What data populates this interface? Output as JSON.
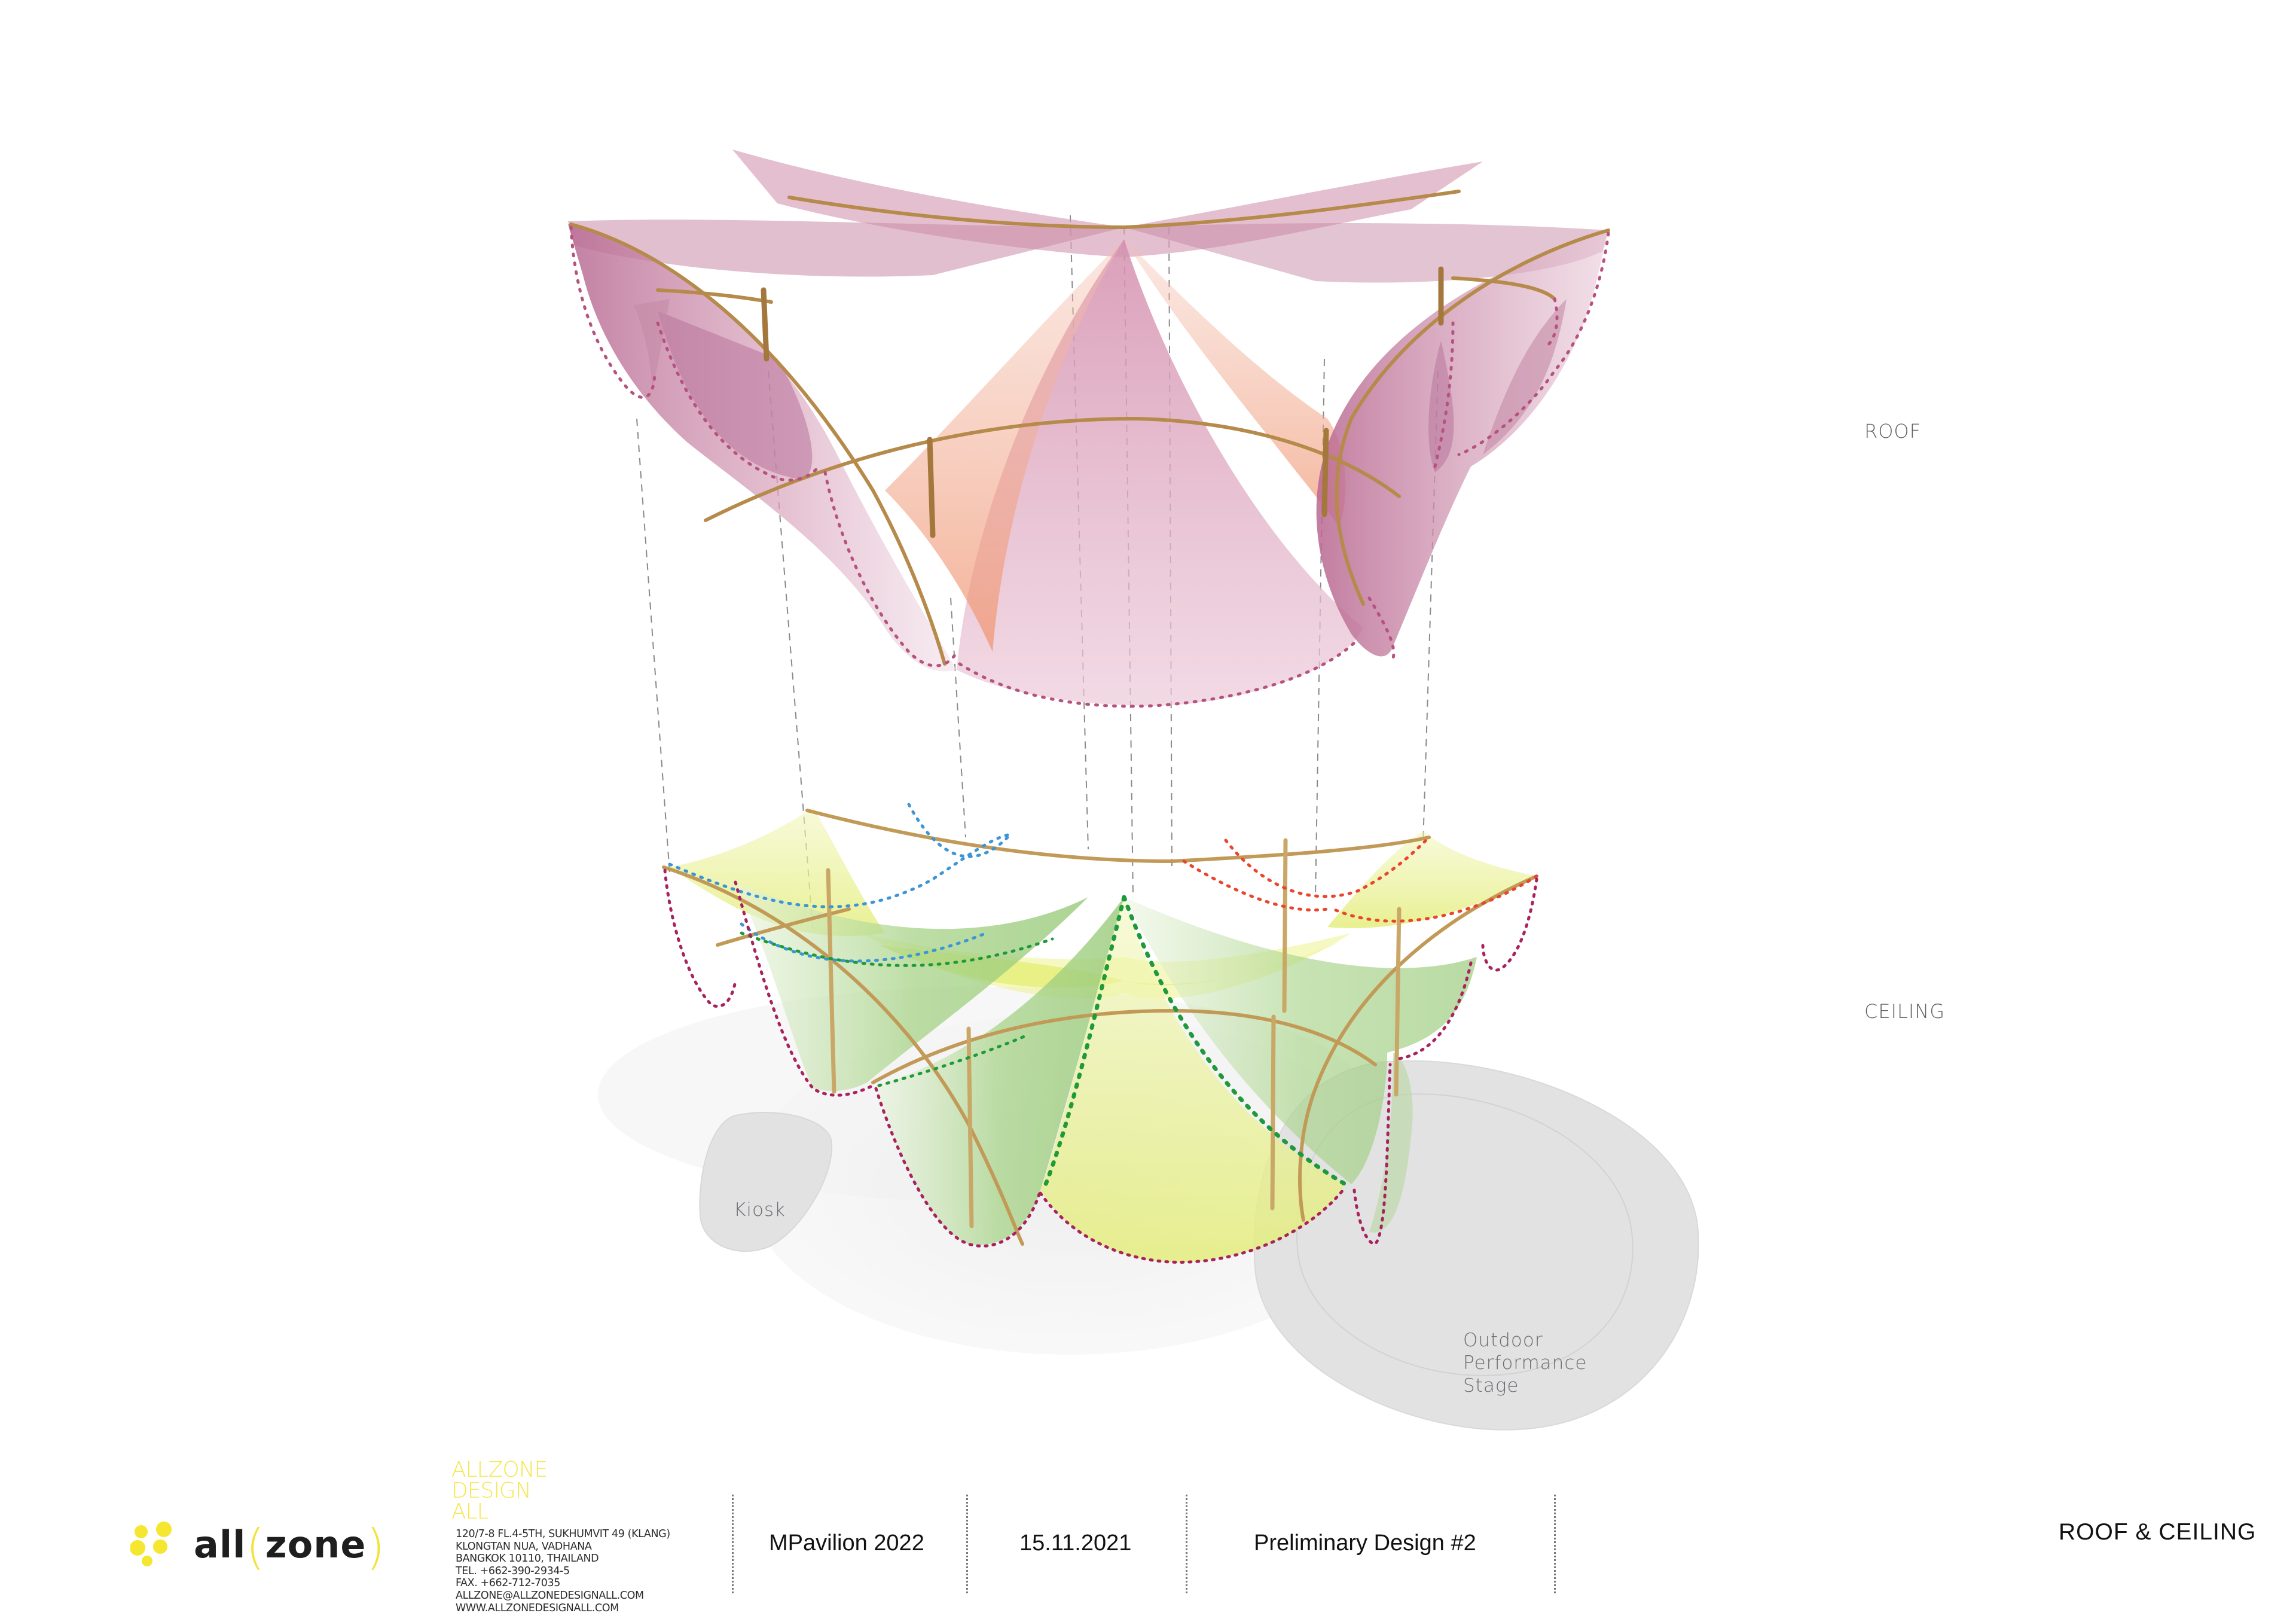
{
  "sheet": {
    "layer_labels": {
      "roof": "ROOF",
      "ceiling": "CEILING"
    },
    "site_labels": {
      "kiosk": "Kiosk",
      "stage_lines": [
        "Outdoor",
        "Performance",
        "Stage"
      ]
    },
    "colors": {
      "roof_membrane": "#c98aa6",
      "roof_membrane_light": "#ecd0dc",
      "roof_glow": "#f2a080",
      "roof_edge_dotted": "#b5547e",
      "ceiling_green": "#a9d38a",
      "ceiling_yellow": "#e6ef86",
      "ceiling_edge_magenta": "#a8235e",
      "ceiling_edge_green": "#1f9a3a",
      "ceiling_edge_blue": "#3d95d6",
      "ceiling_edge_red": "#e8452c",
      "bamboo": "#c7a262",
      "ground_shape": "#e3e3e4",
      "logo_yellow": "#f5e62f"
    }
  },
  "title_block": {
    "logo": {
      "word_left": "all",
      "paren_open": "(",
      "word_right": "zone",
      "paren_close": ")"
    },
    "firm": {
      "name_lines": [
        "ALLZONE",
        "DESIGN",
        "ALL"
      ],
      "address_lines": [
        "120/7-8 FL.4-5TH, SUKHUMVIT 49 (KLANG)",
        "KLONGTAN NUA, VADHANA",
        "BANGKOK 10110, THAILAND",
        "TEL. +662-390-2934-5",
        "FAX. +662-712-7035",
        "ALLZONE@ALLZONEDESIGNALL.COM",
        "WWW.ALLZONEDESIGNALL.COM"
      ]
    },
    "project": "MPavilion 2022",
    "date": "15.11.2021",
    "stage": "Preliminary Design #2",
    "sheet_title": "ROOF & CEILING"
  }
}
